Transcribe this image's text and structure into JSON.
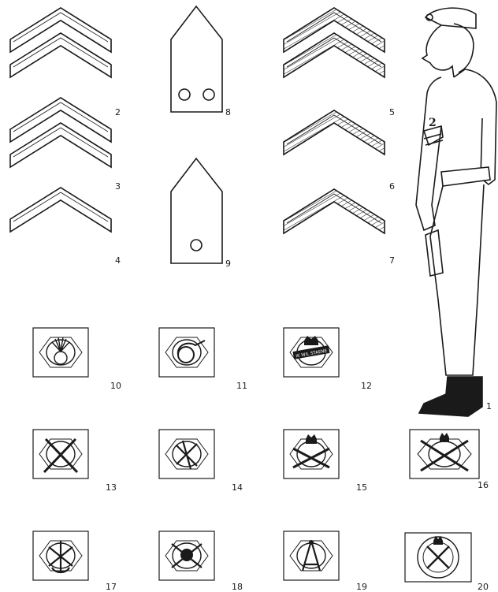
{
  "figure": {
    "labels": [
      "1",
      "2",
      "3",
      "4",
      "5",
      "6",
      "7",
      "8",
      "9",
      "10",
      "11",
      "12",
      "13",
      "14",
      "15",
      "16",
      "17",
      "18",
      "19",
      "20"
    ],
    "badge_12_motto": "IK WIL STAENE"
  },
  "colors": {
    "ink": "#1a1a1a",
    "paper": "#ffffff"
  }
}
